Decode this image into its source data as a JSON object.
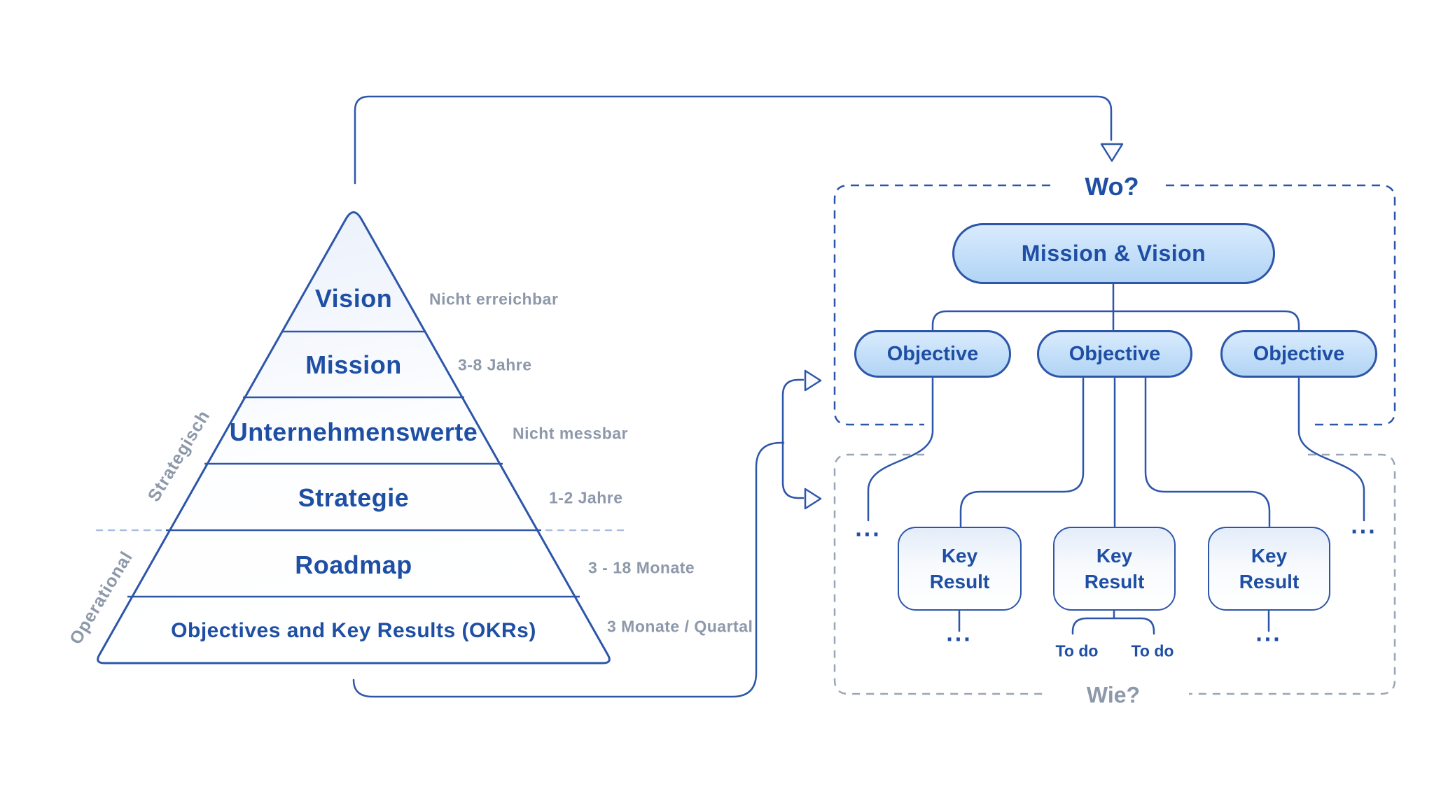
{
  "pyramid": {
    "layers": [
      {
        "label": "Vision",
        "annotation": "Nicht erreichbar"
      },
      {
        "label": "Mission",
        "annotation": "3-8 Jahre"
      },
      {
        "label": "Unternehmenswerte",
        "annotation": "Nicht messbar"
      },
      {
        "label": "Strategie",
        "annotation": "1-2 Jahre"
      },
      {
        "label": "Roadmap",
        "annotation": "3 - 18 Monate"
      },
      {
        "label": "Objectives and Key Results (OKRs)",
        "annotation": "3 Monate / Quartal"
      }
    ],
    "zone_labels": {
      "strategic": "Strategisch",
      "operational": "Operational"
    }
  },
  "tree": {
    "question_top": "Wo?",
    "question_bottom": "Wie?",
    "mission_vision_label": "Mission & Vision",
    "objective_labels": [
      "Objective",
      "Objective",
      "Objective"
    ],
    "key_result_labels": [
      "Key Result",
      "Key Result",
      "Key Result"
    ],
    "todo_labels": [
      "To do",
      "To do"
    ],
    "ellipsis": "..."
  },
  "colors": {
    "navy": "#2d56a9",
    "text_navy": "#1e4fa4",
    "gray_text": "#8d98aa",
    "gray_dash": "#9aa6b8",
    "light_dash": "#a9bedf",
    "pill_top": "#d9ebfd",
    "pill_bottom": "#b1d4f5",
    "kr_top": "#e3ecf9",
    "kr_mid": "#f7fafd",
    "arrow_fill": "#fafcff",
    "pyr_top": "#e8eefa",
    "pyr_bottom": "#fdfeff"
  }
}
